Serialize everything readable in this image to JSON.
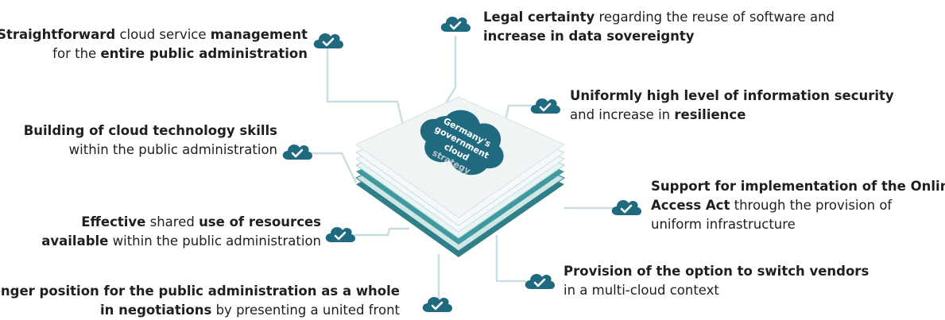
{
  "center": {
    "lines": [
      "Germany's",
      "government",
      "cloud",
      "strategy"
    ]
  },
  "items": [
    {
      "lines": [
        [
          [
            "Straightforward",
            true
          ],
          [
            " cloud service ",
            false
          ],
          [
            "management",
            true
          ]
        ],
        [
          [
            "for the ",
            false
          ],
          [
            "entire public administration",
            true
          ]
        ]
      ]
    },
    {
      "lines": [
        [
          [
            "Legal certainty",
            true
          ],
          [
            " regarding the reuse of software and",
            false
          ]
        ],
        [
          [
            "increase in data sovereignty",
            true
          ]
        ]
      ]
    },
    {
      "lines": [
        [
          [
            "Uniformly high level of information security",
            true
          ]
        ],
        [
          [
            "and increase in ",
            false
          ],
          [
            "resilience",
            true
          ]
        ]
      ]
    },
    {
      "lines": [
        [
          [
            "Building of cloud technology skills",
            true
          ]
        ],
        [
          [
            "within the public administration",
            false
          ]
        ]
      ]
    },
    {
      "lines": [
        [
          [
            "Support for implementation of the Online",
            true
          ]
        ],
        [
          [
            "Access Act",
            true
          ],
          [
            " through the provision of",
            false
          ]
        ],
        [
          [
            "uniform infrastructure",
            false
          ]
        ]
      ]
    },
    {
      "lines": [
        [
          [
            "Effective",
            true
          ],
          [
            " shared ",
            false
          ],
          [
            "use of resources",
            true
          ]
        ],
        [
          [
            "available",
            true
          ],
          [
            " within the public administration",
            false
          ]
        ]
      ]
    },
    {
      "lines": [
        [
          [
            "Provision of the option to switch vendors",
            true
          ]
        ],
        [
          [
            "in a multi-cloud context",
            false
          ]
        ]
      ]
    },
    {
      "lines": [
        [
          [
            "Stronger position for the public administration as a whole",
            true
          ]
        ],
        [
          [
            "in negotiations",
            true
          ],
          [
            " by presenting a united front",
            false
          ]
        ]
      ]
    }
  ],
  "icons": [
    "cloud-check-icon"
  ],
  "colors": {
    "accent": "#1f6a7e",
    "stack": "#3f9aa0",
    "line": "#c9dde3"
  }
}
